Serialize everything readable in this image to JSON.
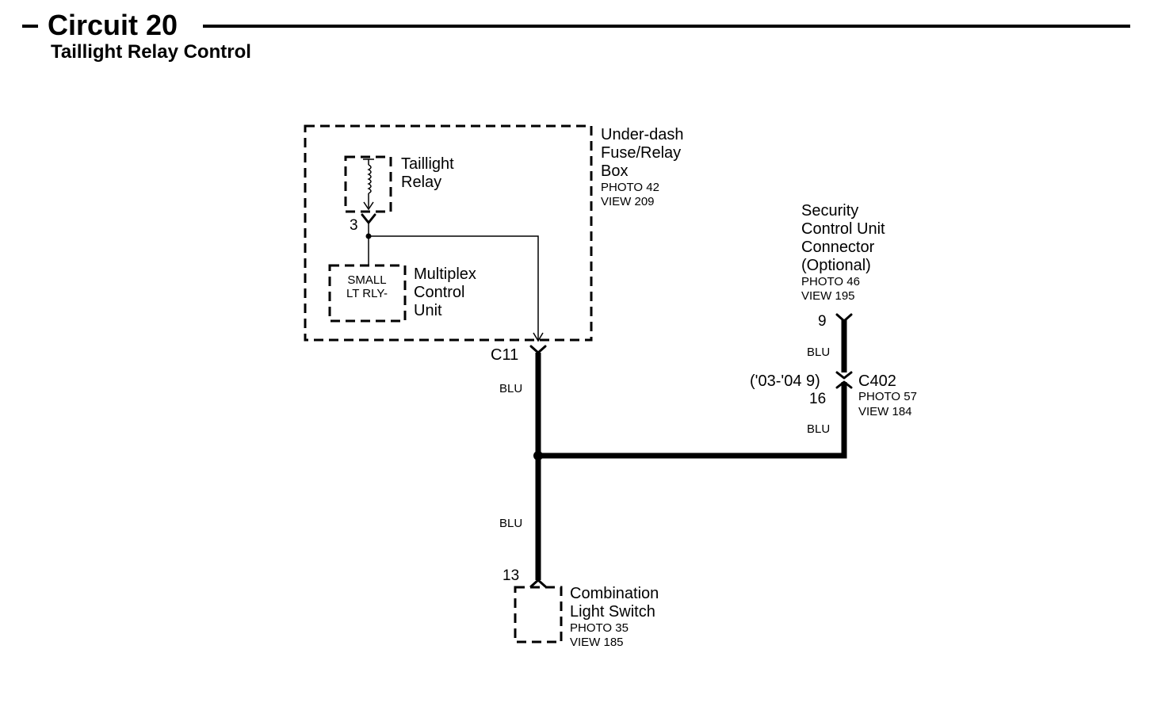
{
  "header": {
    "title": "Circuit 20",
    "subtitle": "Taillight Relay Control"
  },
  "fuse_box": {
    "name_lines": [
      "Under-dash",
      "Fuse/Relay",
      "Box"
    ],
    "photo": "PHOTO 42",
    "view": "VIEW 209",
    "connector": "C11"
  },
  "relay": {
    "name_lines": [
      "Taillight",
      "Relay"
    ],
    "pin": "3"
  },
  "mcu": {
    "inner_lines": [
      "SMALL",
      "LT RLY-"
    ],
    "name_lines": [
      "Multiplex",
      "Control",
      "Unit"
    ]
  },
  "security": {
    "name_lines": [
      "Security",
      "Control Unit",
      "Connector",
      "(Optional)"
    ],
    "photo": "PHOTO 46",
    "view": "VIEW 195",
    "pin": "9"
  },
  "c402": {
    "name": "C402",
    "photo": "PHOTO 57",
    "view": "VIEW 184",
    "pin_note": "('03-'04 9)",
    "pin": "16"
  },
  "switch": {
    "name_lines": [
      "Combination",
      "Light Switch"
    ],
    "photo": "PHOTO 35",
    "view": "VIEW 185",
    "pin": "13"
  },
  "wires": {
    "w1": "BLU",
    "w2": "BLU",
    "w3": "BLU",
    "w4": "BLU"
  }
}
